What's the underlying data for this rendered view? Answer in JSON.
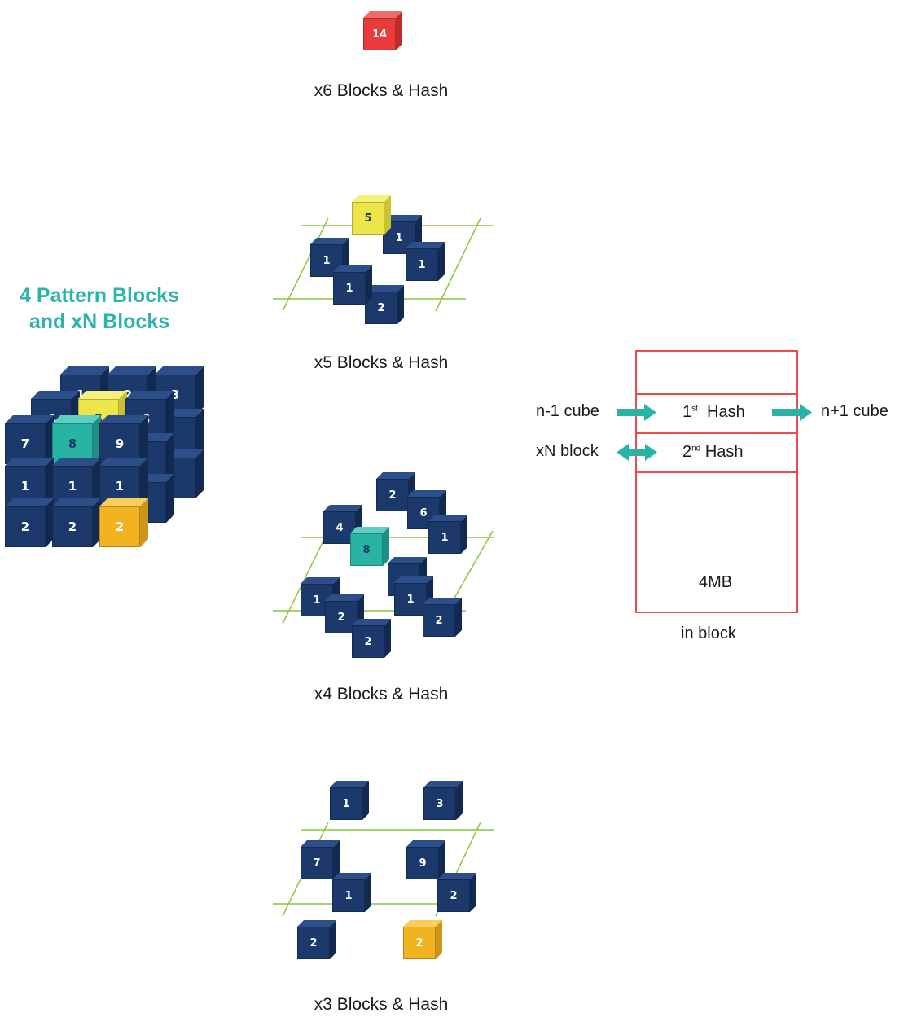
{
  "heading": {
    "line1": "4 Pattern Blocks",
    "line2": "and xN Blocks"
  },
  "captions": {
    "x6": "x6 Blocks & Hash",
    "x5": "x5 Blocks & Hash",
    "x4": "x4 Blocks & Hash",
    "x3": "x3 Blocks & Hash"
  },
  "colors": {
    "navy": "#1b3a6b",
    "teal": "#29b3a5",
    "yellow": "#ece64a",
    "orange": "#f2b320",
    "red": "#e83c3c",
    "heading": "#2bb5a8",
    "block_border": "#e84b4b",
    "guide_lines": "#8cc63f"
  },
  "big_cube": {
    "back": [
      "1",
      "2",
      "3"
    ],
    "mid": [
      "4",
      "5",
      "6"
    ],
    "front_top": [
      "7",
      "8",
      "9"
    ],
    "front_mid": [
      "1",
      "1",
      "1"
    ],
    "front_bottom": [
      "2",
      "2",
      "2"
    ]
  },
  "x6_cube": "14",
  "x5_cubes": [
    "5",
    "1",
    "1",
    "1",
    "1",
    "2"
  ],
  "x4_cubes": [
    "2",
    "6",
    "4",
    "8",
    "1",
    "1",
    "1",
    "2",
    "2",
    "2"
  ],
  "x3_cubes": [
    "1",
    "3",
    "7",
    "9",
    "1",
    "2",
    "2",
    "2"
  ],
  "block_diagram": {
    "row1": {
      "ordinal": "1",
      "suffix": "st",
      "label": "Hash"
    },
    "row2": {
      "ordinal": "2",
      "suffix": "nd",
      "label": "Hash"
    },
    "size": "4MB",
    "caption": "in block",
    "left_top": "n-1 cube",
    "right_top": "n+1 cube",
    "left_bottom": "xN block"
  }
}
